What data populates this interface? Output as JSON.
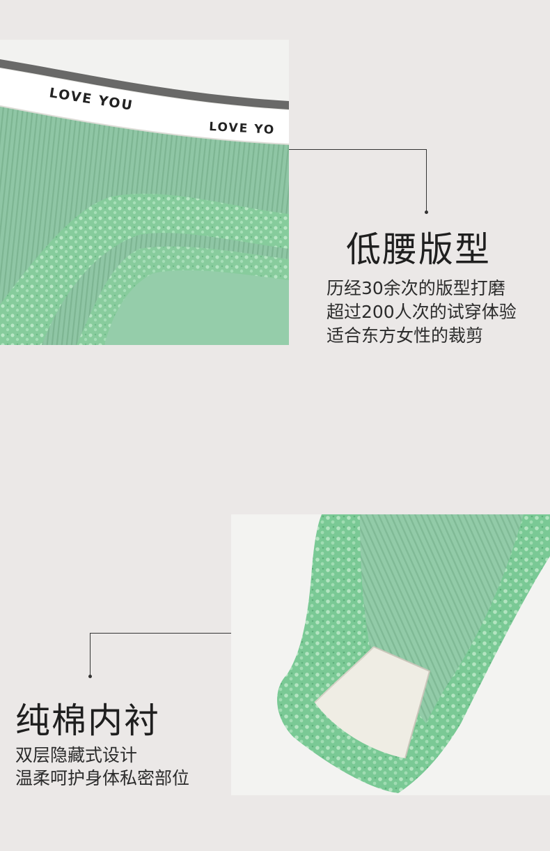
{
  "section1": {
    "title": "低腰版型",
    "lines": [
      "历经30余次的版型打磨",
      "超过200人次的试穿体验",
      "适合东方女性的裁剪"
    ],
    "waistband_text_1": "LOVE YOU",
    "waistband_text_2": "LOVE YO"
  },
  "section2": {
    "title": "纯棉内衬",
    "lines": [
      "双层隐藏式设计",
      "温柔呵护身体私密部位"
    ]
  },
  "colors": {
    "fabric_green": "#8ec7a6",
    "lace_green": "#7bc795",
    "background": "#ebe8e7",
    "liner_white": "#f0eee6"
  },
  "icons": [
    "leader-dot"
  ]
}
